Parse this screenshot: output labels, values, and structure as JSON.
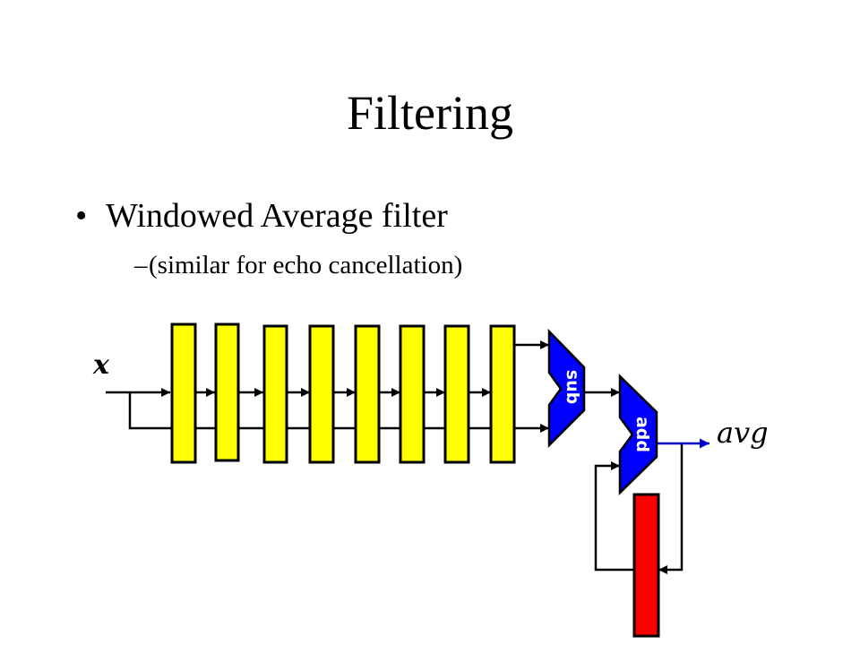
{
  "slide": {
    "title": "Filtering",
    "bullets": [
      {
        "marker": "•",
        "text": "Windowed Average filter"
      }
    ],
    "sub_bullets": [
      {
        "marker": "–",
        "text": "(similar for echo cancellation)"
      }
    ]
  },
  "diagram": {
    "input_label": "x",
    "output_label": "avg",
    "register_count": 8,
    "sub_block_label": "sub",
    "add_block_label": "add",
    "colors": {
      "register_fill": "#ffff00",
      "operator_fill": "#0000ff",
      "accumulator_fill": "#ff0000",
      "wire": "#000000",
      "output_arrow": "#0000cc"
    }
  }
}
